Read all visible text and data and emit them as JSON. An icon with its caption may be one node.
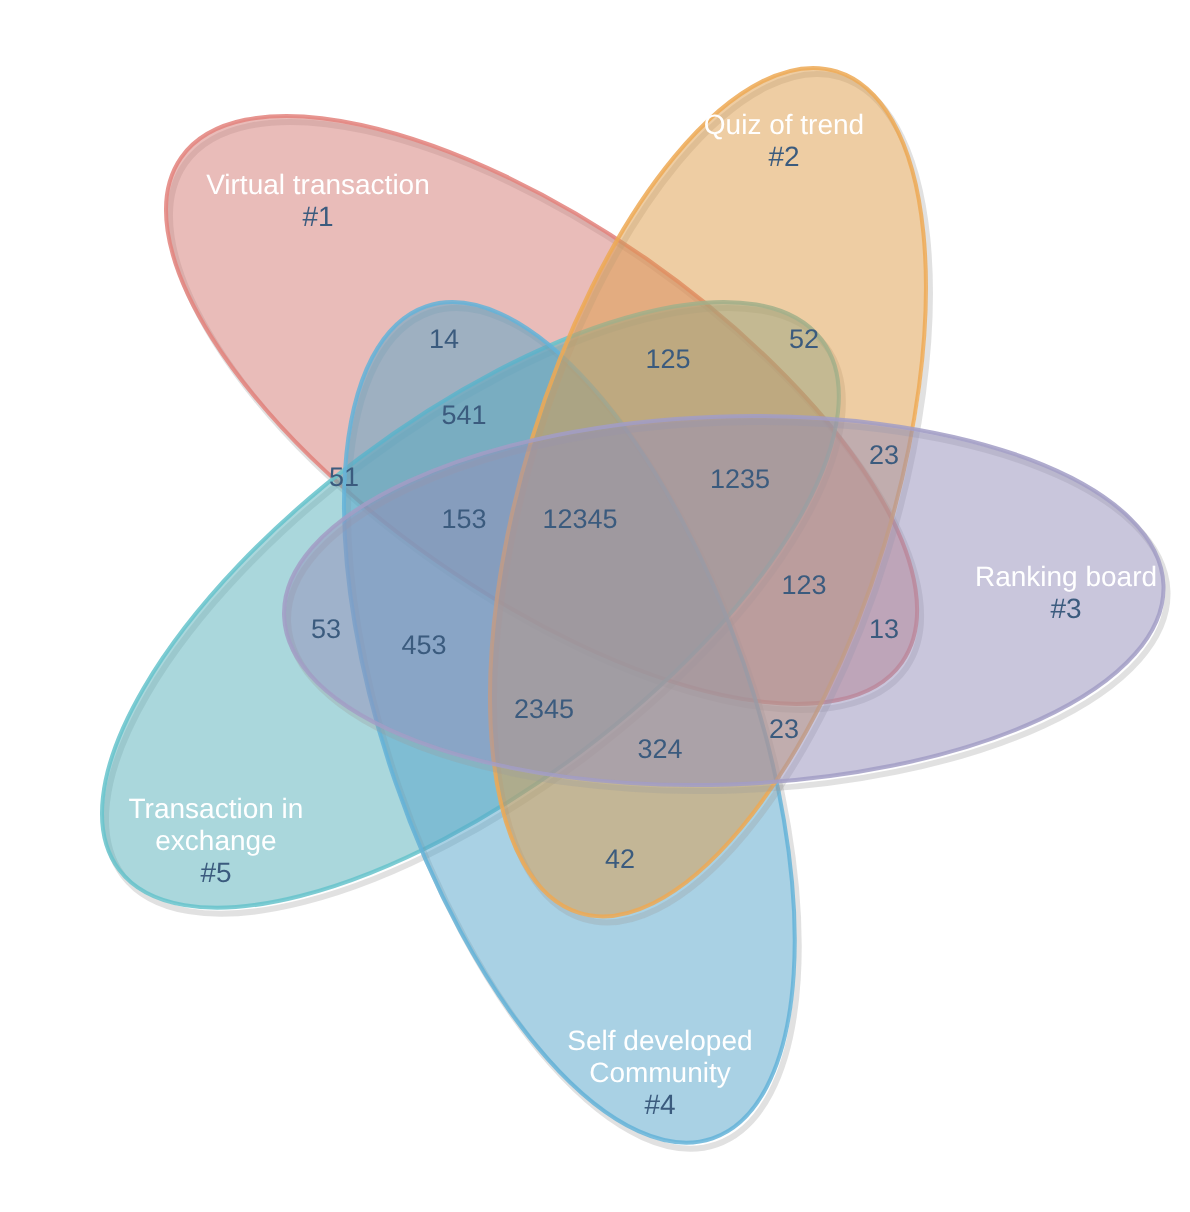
{
  "diagram": {
    "nodes": [
      {
        "text": [
          "Virtual transaction",
          "#1"
        ]
      },
      {
        "text": [
          "Quiz of trend",
          "#2"
        ]
      },
      {
        "text": [
          "Ranking board",
          "#3"
        ]
      },
      {
        "text": [
          "Self developed Community",
          "#4"
        ]
      },
      {
        "text": [
          "Transaction in exchange",
          "#5"
        ]
      }
    ],
    "labels": [
      "14",
      "125",
      "52",
      "541",
      "23",
      "51",
      "1235",
      "153",
      "12345",
      "123",
      "53",
      "13",
      "453",
      "2345",
      "23",
      "324",
      "42"
    ]
  }
}
